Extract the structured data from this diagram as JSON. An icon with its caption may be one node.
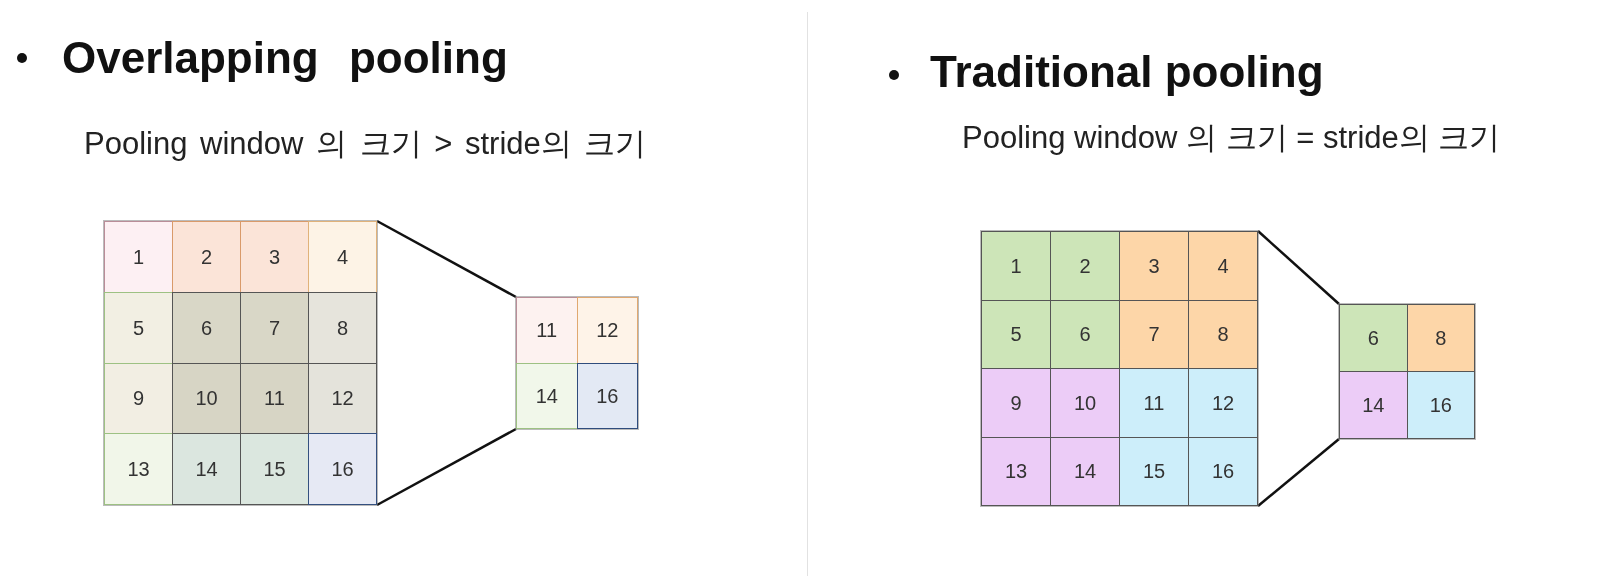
{
  "diagram": {
    "nodes": [
      {
        "text": [],
        "shape": "box"
      },
      {
        "text": [
          "1"
        ],
        "in": 0
      },
      {
        "text": [
          "2"
        ],
        "in": 0
      },
      {
        "text": [
          "3"
        ],
        "in": 0
      },
      {
        "text": [
          "4"
        ],
        "in": 0
      },
      {
        "text": [
          "5"
        ],
        "in": 0
      },
      {
        "text": [
          "6"
        ],
        "in": 0
      },
      {
        "text": [
          "7"
        ],
        "in": 0
      },
      {
        "text": [
          "8"
        ],
        "in": 0
      },
      {
        "text": [
          "9"
        ],
        "in": 0
      },
      {
        "text": [
          "10"
        ],
        "in": 0
      },
      {
        "text": [
          "11"
        ],
        "in": 0
      },
      {
        "text": [
          "12"
        ],
        "in": 0
      },
      {
        "text": [
          "13"
        ],
        "in": 0
      },
      {
        "text": [
          "14"
        ],
        "in": 0
      },
      {
        "text": [
          "15"
        ],
        "in": 0
      },
      {
        "text": [
          "16"
        ],
        "in": 0
      },
      {
        "text": [],
        "shape": "box"
      },
      {
        "text": [
          "11"
        ],
        "in": 17
      },
      {
        "text": [
          "12"
        ],
        "in": 17
      },
      {
        "text": [
          "14"
        ],
        "in": 17
      },
      {
        "text": [
          "16"
        ],
        "in": 17
      },
      {
        "text": [],
        "shape": "box"
      },
      {
        "text": [
          "1"
        ],
        "in": 22
      },
      {
        "text": [
          "2"
        ],
        "in": 22
      },
      {
        "text": [
          "3"
        ],
        "in": 22
      },
      {
        "text": [
          "4"
        ],
        "in": 22
      },
      {
        "text": [
          "5"
        ],
        "in": 22
      },
      {
        "text": [
          "6"
        ],
        "in": 22
      },
      {
        "text": [
          "7"
        ],
        "in": 22
      },
      {
        "text": [
          "8"
        ],
        "in": 22
      },
      {
        "text": [
          "9"
        ],
        "in": 22
      },
      {
        "text": [
          "10"
        ],
        "in": 22
      },
      {
        "text": [
          "11"
        ],
        "in": 22
      },
      {
        "text": [
          "12"
        ],
        "in": 22
      },
      {
        "text": [
          "13"
        ],
        "in": 22
      },
      {
        "text": [
          "14"
        ],
        "in": 22
      },
      {
        "text": [
          "15"
        ],
        "in": 22
      },
      {
        "text": [
          "16"
        ],
        "in": 22
      },
      {
        "text": [],
        "shape": "box"
      },
      {
        "text": [
          "6"
        ],
        "in": 39
      },
      {
        "text": [
          "8"
        ],
        "in": 39
      },
      {
        "text": [
          "14"
        ],
        "in": 39
      },
      {
        "text": [
          "16"
        ],
        "in": 39
      }
    ],
    "edges": [
      {
        "from": 0,
        "to": 17,
        "arrow": "none"
      },
      {
        "from": 0,
        "to": 17,
        "arrow": "none"
      },
      {
        "from": 22,
        "to": 39,
        "arrow": "none"
      },
      {
        "from": 22,
        "to": 39,
        "arrow": "none"
      }
    ],
    "labels": [
      "Overlapping pooling",
      "Pooling window 의 크기 > stride의 크기",
      "Traditional pooling",
      "Pooling window 의 크기 = stride의 크기"
    ]
  }
}
